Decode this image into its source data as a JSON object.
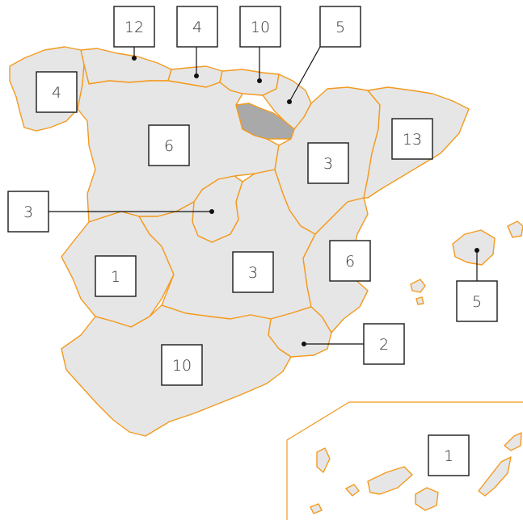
{
  "colors": {
    "region_fill": "#e6e6e6",
    "highlight_fill": "#a9a9a9",
    "border": "#f39a1f",
    "label_border": "#1a1a1a"
  },
  "regions": [
    {
      "id": "galicia",
      "label": "4"
    },
    {
      "id": "asturias",
      "label": "12"
    },
    {
      "id": "cantabria",
      "label": "4"
    },
    {
      "id": "pais-vasco",
      "label": "10"
    },
    {
      "id": "navarra",
      "label": "5"
    },
    {
      "id": "la-rioja",
      "label": "",
      "highlighted": true
    },
    {
      "id": "castilla-y-leon",
      "label": "6"
    },
    {
      "id": "aragon",
      "label": "3"
    },
    {
      "id": "cataluna",
      "label": "13"
    },
    {
      "id": "madrid",
      "label": "3"
    },
    {
      "id": "extremadura",
      "label": "1"
    },
    {
      "id": "castilla-la-mancha",
      "label": "3"
    },
    {
      "id": "valencia",
      "label": "6"
    },
    {
      "id": "murcia",
      "label": "2"
    },
    {
      "id": "andalucia",
      "label": "10"
    },
    {
      "id": "baleares",
      "label": "5"
    },
    {
      "id": "canarias",
      "label": "1"
    }
  ]
}
